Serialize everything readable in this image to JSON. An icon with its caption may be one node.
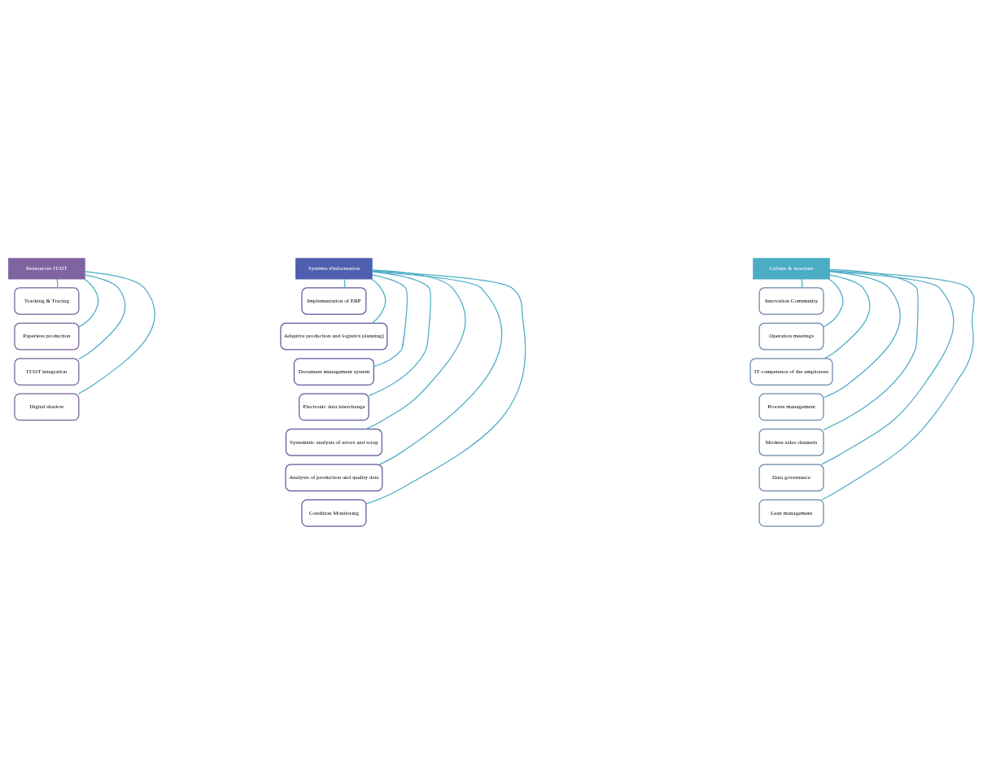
{
  "diagram": {
    "nodes": [
      {
        "text": [
          "Ressources IT/OT"
        ]
      },
      {
        "text": [
          "Tracking & Tracing"
        ]
      },
      {
        "text": [
          "Paperless production"
        ]
      },
      {
        "text": [
          "IT/OT integration"
        ]
      },
      {
        "text": [
          "Digital shadow"
        ]
      },
      {
        "text": [
          "Système d'information"
        ]
      },
      {
        "text": [
          "Implementation of ERP"
        ]
      },
      {
        "text": [
          "Adaptive production and logistics planning)"
        ]
      },
      {
        "text": [
          "Document management system"
        ]
      },
      {
        "text": [
          "Electronic data interchange"
        ]
      },
      {
        "text": [
          "Systematic analysis of errors and scrap"
        ]
      },
      {
        "text": [
          "Analysis of production and quality data"
        ]
      },
      {
        "text": [
          "Condition Monitoring"
        ]
      },
      {
        "text": [
          "Culture & structure"
        ]
      },
      {
        "text": [
          "Innovation Community"
        ]
      },
      {
        "text": [
          "Operation meetings"
        ]
      },
      {
        "text": [
          "IT competence of the employees"
        ]
      },
      {
        "text": [
          "Process management"
        ]
      },
      {
        "text": [
          "Modern sales channels"
        ]
      },
      {
        "text": [
          "Data governance"
        ]
      },
      {
        "text": [
          "Lean management"
        ]
      }
    ],
    "edges": [
      {
        "from": 0,
        "to": 1,
        "arrow": "none"
      },
      {
        "from": 0,
        "to": 2,
        "arrow": "none"
      },
      {
        "from": 0,
        "to": 3,
        "arrow": "none"
      },
      {
        "from": 0,
        "to": 4,
        "arrow": "none"
      },
      {
        "from": 5,
        "to": 6,
        "arrow": "none"
      },
      {
        "from": 5,
        "to": 7,
        "arrow": "none"
      },
      {
        "from": 5,
        "to": 8,
        "arrow": "none"
      },
      {
        "from": 5,
        "to": 9,
        "arrow": "none"
      },
      {
        "from": 5,
        "to": 10,
        "arrow": "none"
      },
      {
        "from": 5,
        "to": 11,
        "arrow": "none"
      },
      {
        "from": 5,
        "to": 12,
        "arrow": "none"
      },
      {
        "from": 13,
        "to": 14,
        "arrow": "none"
      },
      {
        "from": 13,
        "to": 15,
        "arrow": "none"
      },
      {
        "from": 13,
        "to": 16,
        "arrow": "none"
      },
      {
        "from": 13,
        "to": 17,
        "arrow": "none"
      },
      {
        "from": 13,
        "to": 18,
        "arrow": "none"
      },
      {
        "from": 13,
        "to": 19,
        "arrow": "none"
      },
      {
        "from": 13,
        "to": 20,
        "arrow": "none"
      }
    ]
  }
}
